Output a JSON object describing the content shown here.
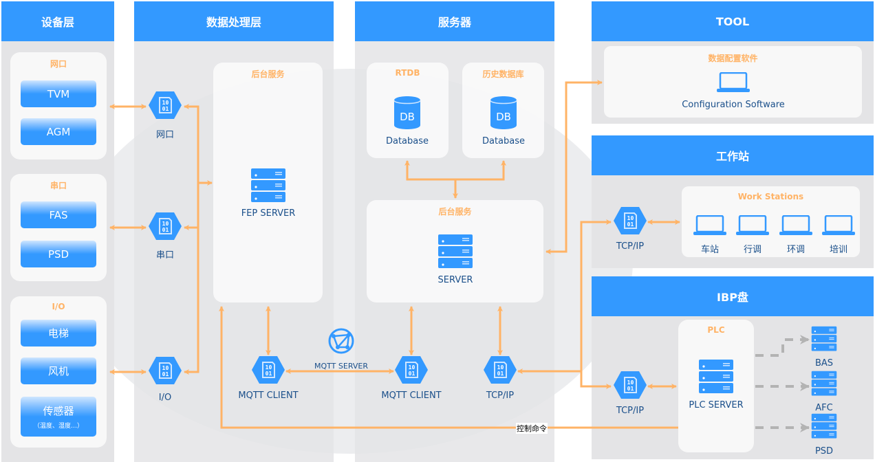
{
  "columns": {
    "device": "设备层",
    "processing": "数据处理层",
    "server": "服务器",
    "tool": "TOOL",
    "workstation": "工作站",
    "ibp": "IBP盘"
  },
  "device": {
    "ethernet": {
      "title": "网口",
      "items": [
        "TVM",
        "AGM"
      ]
    },
    "serial": {
      "title": "串口",
      "items": [
        "FAS",
        "PSD"
      ]
    },
    "io": {
      "title": "I/O",
      "items": [
        "电梯",
        "风机",
        "传感器"
      ],
      "sensor_note": "（温度、湿度…）"
    }
  },
  "processing": {
    "hex_ethernet": "网口",
    "hex_serial": "串口",
    "hex_io": "I/O",
    "backend_title": "后台服务",
    "fep_server": "FEP SERVER",
    "mqtt_client": "MQTT CLIENT",
    "mqtt_server": "MQTT SERVER"
  },
  "server": {
    "rtdb_title": "RTDB",
    "history_title": "历史数据库",
    "database_label": "Database",
    "backend_title": "后台服务",
    "server_label": "SERVER",
    "mqtt_client": "MQTT CLIENT",
    "tcpip": "TCP/IP"
  },
  "tool": {
    "title": "数据配置软件",
    "label": "Configuration Software"
  },
  "workstation": {
    "tcpip": "TCP/IP",
    "title": "Work Stations",
    "items": [
      "车站",
      "行调",
      "环调",
      "培训"
    ]
  },
  "ibp": {
    "tcpip": "TCP/IP",
    "plc_title": "PLC",
    "plc_server": "PLC SERVER",
    "targets": [
      "BAS",
      "AFC",
      "PSD"
    ]
  },
  "control_label": "控制命令",
  "colors": {
    "header": "#3399ff",
    "connector": "#ffb366",
    "title": "#ffb366",
    "dashed": "#b3b3b3"
  }
}
